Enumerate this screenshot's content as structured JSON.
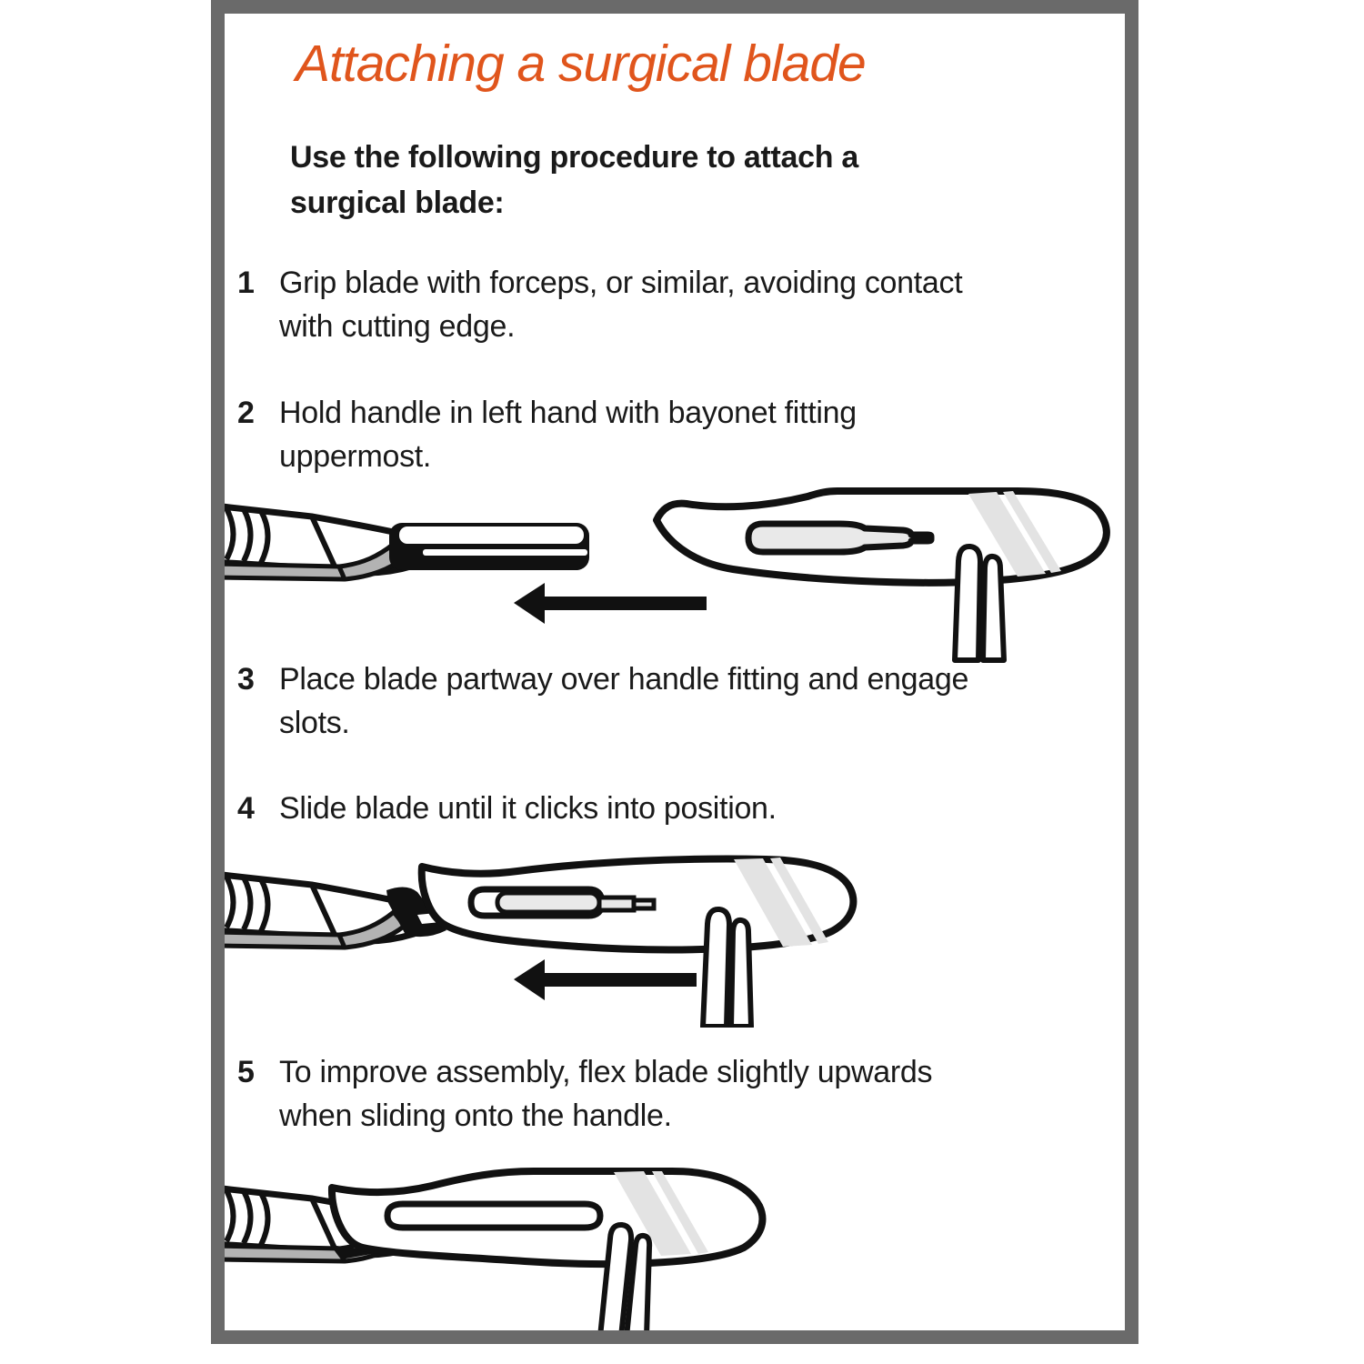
{
  "page": {
    "title": "Attaching a surgical blade",
    "intro": {
      "pre": "Use the following procedure to ",
      "bold": "attach",
      "post": " a surgical blade:"
    },
    "steps": [
      {
        "num": "1",
        "text": "Grip blade with forceps, or similar, avoiding contact with cutting edge."
      },
      {
        "num": "2",
        "text": "Hold handle in left hand with bayonet fitting uppermost."
      },
      {
        "num": "3",
        "text": "Place blade partway over handle fitting and engage slots."
      },
      {
        "num": "4",
        "text": "Slide blade until it clicks into position."
      },
      {
        "num": "5",
        "text": "To improve assembly, flex blade slightly upwards when sliding onto the handle."
      }
    ],
    "illustrations": [
      {
        "name": "blade-approaching-handle",
        "desc": "Detached blade held by forceps approaching handle bayonet fitting, arrow pointing left"
      },
      {
        "name": "blade-partway-on-handle",
        "desc": "Blade placed partway over handle fitting, arrow pointing left"
      },
      {
        "name": "blade-fully-attached",
        "desc": "Blade clicked fully into position on handle"
      }
    ],
    "colors": {
      "title_orange": "#E0551C",
      "page_border_gray": "#6A6A6A",
      "line_black": "#111111",
      "handle_gray": "#B3B3B3",
      "highlight_gray": "#E3E3E3",
      "text_black": "#1A1A1A"
    }
  }
}
